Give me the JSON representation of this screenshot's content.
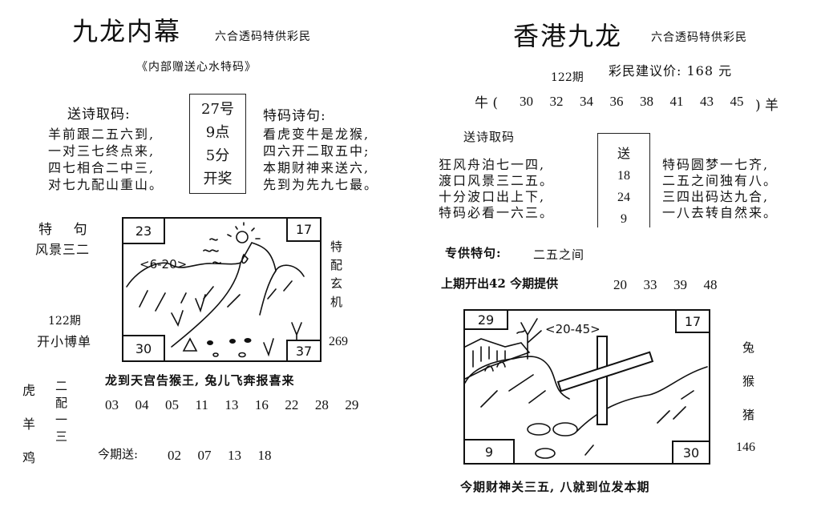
{
  "left": {
    "title": "九龙内幕",
    "subtitle": "六合透码特供彩民",
    "tagline": "《内部赠送心水特码》",
    "poem_send": {
      "heading": "送诗取码:",
      "lines": [
        "羊前跟二五六到,",
        "一对三七终点来,",
        "四七相合二中三,",
        "对七九配山重山。"
      ]
    },
    "draw_time": {
      "lines": [
        "27号",
        "9点",
        "5分",
        "开奖"
      ]
    },
    "poem_special": {
      "heading": "特码诗句:",
      "lines": [
        "看虎变牛是龙猴,",
        "四六开二取五中;",
        "本期财神来送六,",
        "先到为先九七最。"
      ]
    },
    "special_phrase": {
      "heading": "特    句",
      "value": "风景三二"
    },
    "issue": "122期",
    "small_bet": "开小博单",
    "picture": {
      "corner_tl": "23",
      "corner_tr": "17",
      "corner_bl": "30",
      "corner_br": "37",
      "range": "<6-20>"
    },
    "side_label": [
      "特",
      "配",
      "玄",
      "机"
    ],
    "side_number": "269",
    "zodiac": [
      "虎",
      "羊",
      "鸡"
    ],
    "pairing": [
      "二",
      "配",
      "一",
      "三"
    ],
    "verse": "龙到天宫告猴王, 兔儿飞奔报喜来",
    "numbers": "03  04  05  11  13  16  22  28  29",
    "gift_label": "今期送:",
    "gift_numbers": "02  07  13  18"
  },
  "right": {
    "title": "香港九龙",
    "subtitle": "六合透码特供彩民",
    "issue": "122期",
    "price": "彩民建议价: 168 元",
    "row_left": "牛 (",
    "row_numbers": "30  32  34  36  38  41  43  45",
    "row_right": ") 羊",
    "poem_send": {
      "heading": "送诗取码",
      "lines": [
        "狂风舟泊七一四,",
        "渡口风景三二五。",
        "十分波口出上下,",
        "特码必看一六三。"
      ]
    },
    "send_box": {
      "lines": [
        "送",
        "18",
        "24",
        "9"
      ]
    },
    "poem_right": {
      "lines": [
        "特码圆梦一七齐,",
        "二五之间独有八。",
        "三四出码达九合,",
        "一八去转自然来。"
      ]
    },
    "special_label": "专供特句:",
    "special_value": "二五之间",
    "last_issue": "上期开出42 今期提供",
    "provide_numbers": "20  33  39  48",
    "picture": {
      "corner_tl": "29",
      "corner_tr": "17",
      "corner_bl": "9",
      "corner_br": "30",
      "range": "<20-45>"
    },
    "zodiac": [
      "兔",
      "猴",
      "猪"
    ],
    "side_number": "146",
    "footer": "今期财神关三五, 八就到位发本期"
  }
}
